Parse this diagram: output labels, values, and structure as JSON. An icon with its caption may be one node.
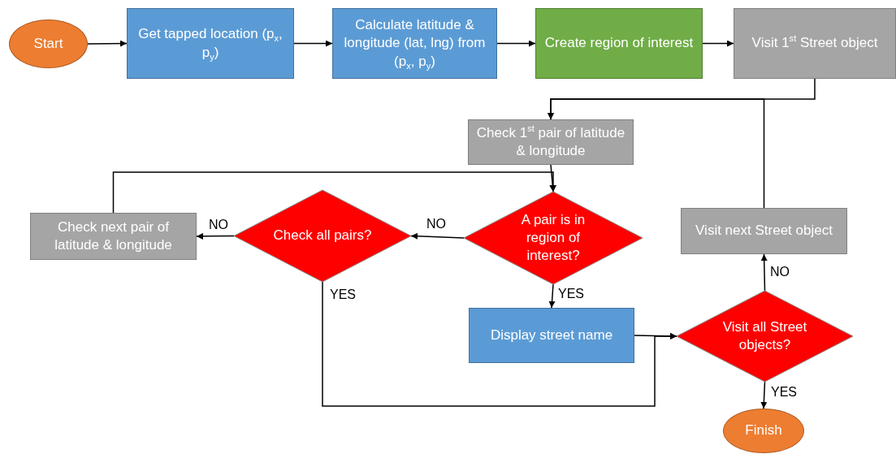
{
  "diagram": {
    "nodes": [
      {
        "text": [
          "Start"
        ]
      },
      {
        "text": [
          "Get tapped location (p$_{x}$, p$_{y}$)"
        ]
      },
      {
        "text": [
          "Calculate latitude & longitude (lat, lng) from (p$_{x}$, p$_{y}$)"
        ]
      },
      {
        "text": [
          "Create region of interest"
        ]
      },
      {
        "text": [
          "Visit 1$^{st}$ Street object"
        ]
      },
      {
        "text": [
          "Check 1$^{st}$ pair of latitude & longitude"
        ]
      },
      {
        "text": [
          "A pair is in region of interest?"
        ]
      },
      {
        "text": [
          "Check all pairs?"
        ]
      },
      {
        "text": [
          "Check next pair of latitude & longitude"
        ]
      },
      {
        "text": [
          "Display street name"
        ]
      },
      {
        "text": [
          "Visit all Street objects?"
        ]
      },
      {
        "text": [
          "Visit next Street object"
        ]
      },
      {
        "text": [
          "Finish"
        ]
      }
    ],
    "edges": [
      {
        "from": 0,
        "to": 1,
        "arrow": "to"
      },
      {
        "from": 1,
        "to": 2,
        "arrow": "to"
      },
      {
        "from": 2,
        "to": 3,
        "arrow": "to"
      },
      {
        "from": 3,
        "to": 4,
        "arrow": "to"
      },
      {
        "from": 4,
        "to": 5,
        "arrow": "to"
      },
      {
        "from": 5,
        "to": 6,
        "arrow": "to"
      },
      {
        "from": 6,
        "to": 7,
        "arrow": "to",
        "label": "NO"
      },
      {
        "from": 7,
        "to": 8,
        "arrow": "to",
        "label": "NO"
      },
      {
        "from": 8,
        "to": 6,
        "arrow": "to"
      },
      {
        "from": 6,
        "to": 9,
        "arrow": "to",
        "label": "YES"
      },
      {
        "from": 9,
        "to": 10,
        "arrow": "to"
      },
      {
        "from": 7,
        "to": 10,
        "arrow": "to",
        "label": "YES"
      },
      {
        "from": 10,
        "to": 11,
        "arrow": "to",
        "label": "NO"
      },
      {
        "from": 11,
        "to": 5,
        "arrow": "to"
      },
      {
        "from": 10,
        "to": 12,
        "arrow": "to",
        "label": "YES"
      }
    ]
  }
}
